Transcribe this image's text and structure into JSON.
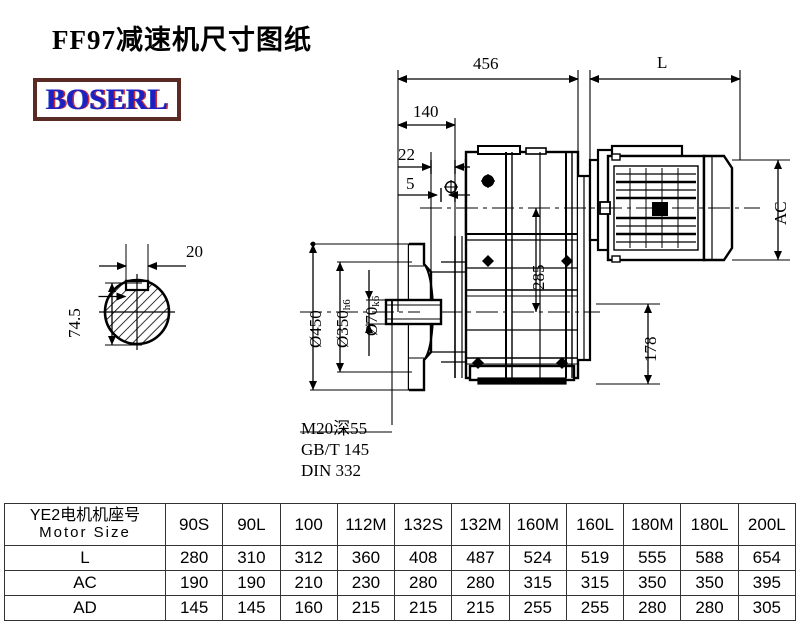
{
  "title": "FF97减速机尺寸图纸",
  "logo": {
    "text": "BOSERL",
    "border_color": "#5a2a24",
    "text_color": "#2020c0"
  },
  "drawing": {
    "dimensions": {
      "overall_456": "456",
      "motor_length_L": "L",
      "dim_140": "140",
      "dim_22": "22",
      "dim_5": "5",
      "dim_285": "285",
      "dim_178": "178",
      "dim_AC": "AC",
      "flange_450": "Ø450",
      "pilot_350": "Ø350",
      "pilot_350_tol": "h6",
      "shaft_70": "Ø70",
      "shaft_70_tol": "k6",
      "key_20": "20",
      "shaft_74_5": "74.5"
    },
    "notes": [
      "M20深55",
      "GB/T 145",
      "DIN 332"
    ]
  },
  "table": {
    "row_labels": [
      {
        "cn": "YE2电机机座号",
        "en": "Motor Size"
      },
      {
        "cn": "L",
        "en": ""
      },
      {
        "cn": "AC",
        "en": ""
      },
      {
        "cn": "AD",
        "en": ""
      }
    ],
    "columns": [
      "90S",
      "90L",
      "100",
      "112M",
      "132S",
      "132M",
      "160M",
      "160L",
      "180M",
      "180L",
      "200L"
    ],
    "rows": [
      {
        "label": "L",
        "values": [
          "280",
          "310",
          "312",
          "360",
          "408",
          "487",
          "524",
          "519",
          "555",
          "588",
          "654"
        ]
      },
      {
        "label": "AC",
        "values": [
          "190",
          "190",
          "210",
          "230",
          "280",
          "280",
          "315",
          "315",
          "350",
          "350",
          "395"
        ]
      },
      {
        "label": "AD",
        "values": [
          "145",
          "145",
          "160",
          "215",
          "215",
          "215",
          "255",
          "255",
          "280",
          "280",
          "305"
        ]
      }
    ]
  }
}
